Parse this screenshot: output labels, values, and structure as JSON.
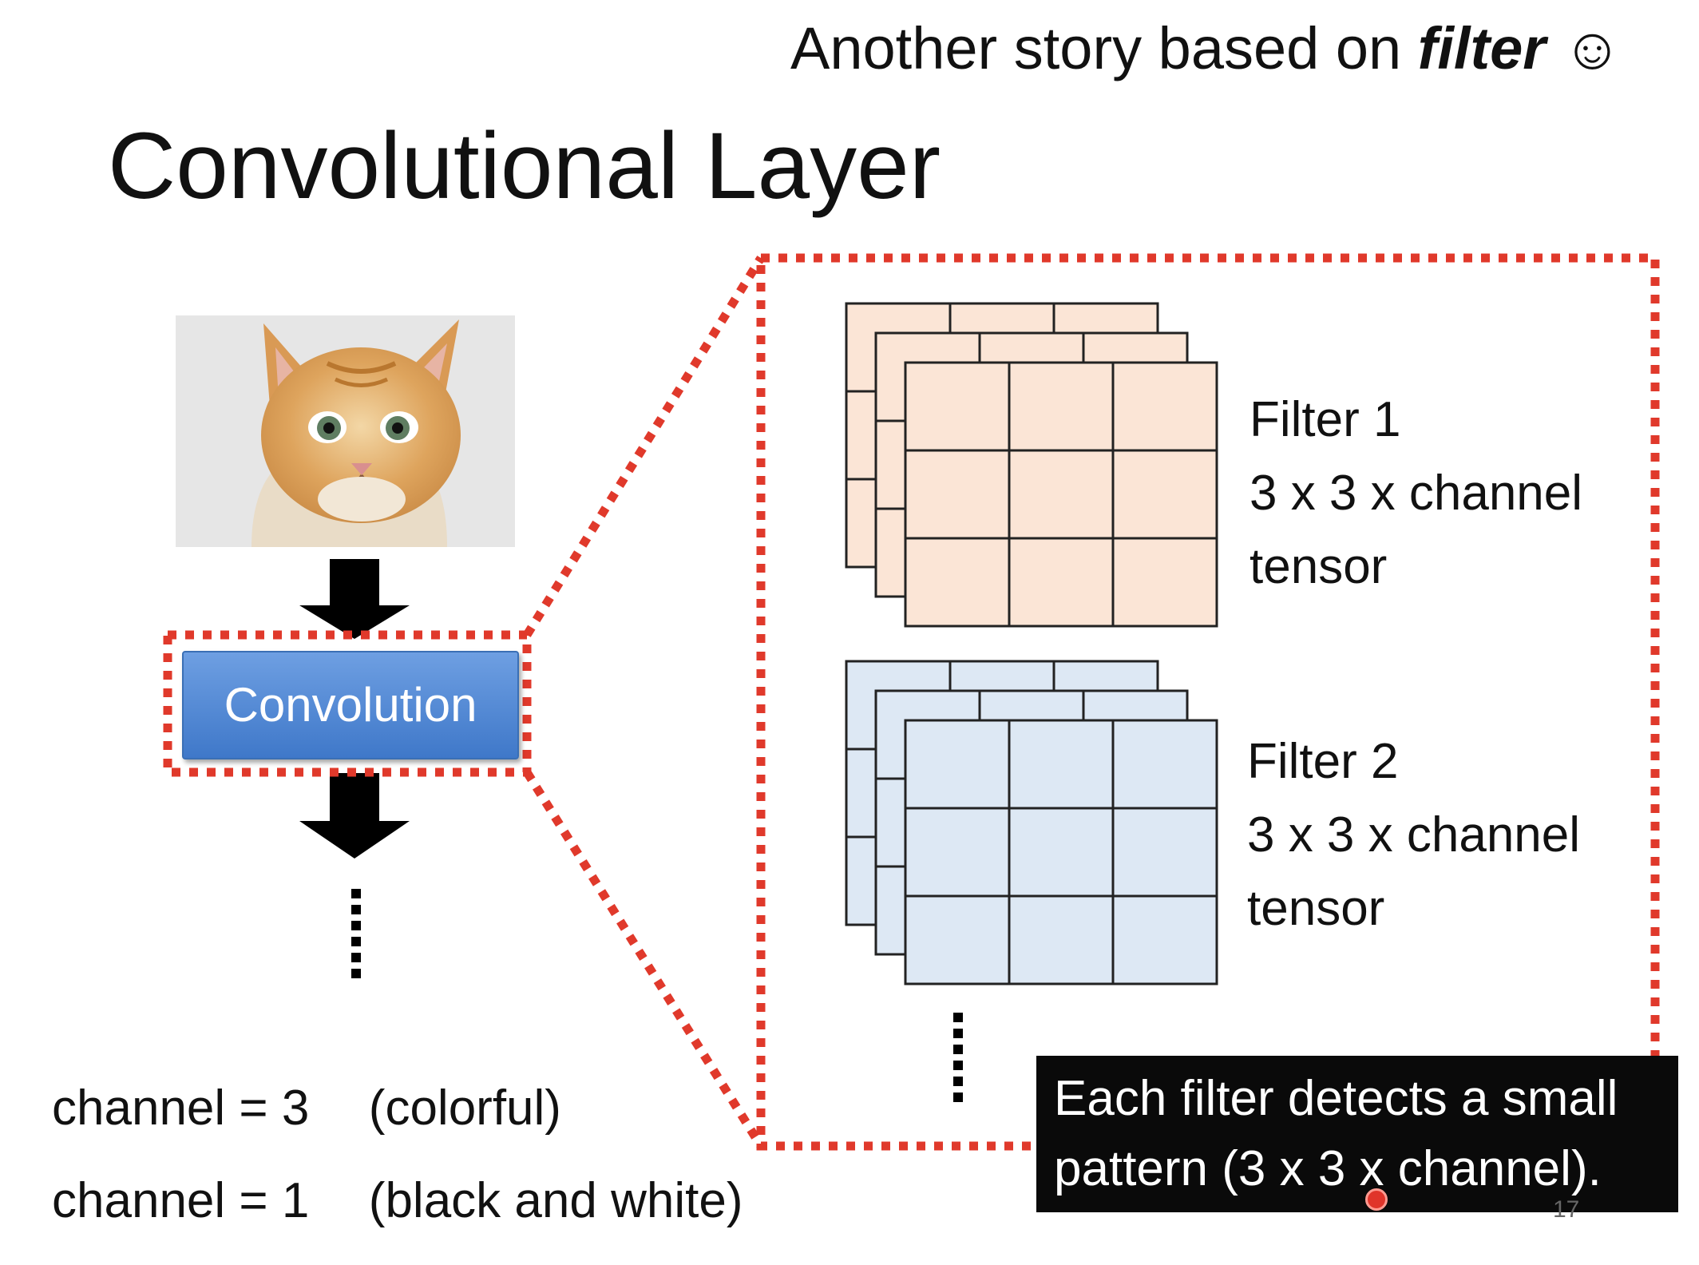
{
  "header": {
    "subtitle_prefix": "Another story based on",
    "subtitle_emphasis": "filter",
    "subtitle_smiley": "☺",
    "title": "Convolutional Layer"
  },
  "pipeline": {
    "input_image": "kitten-photo",
    "convolution_label": "Convolution",
    "dots": "⋮"
  },
  "filters": [
    {
      "name": "Filter 1",
      "shape": "3 x 3 x channel",
      "kind": "tensor",
      "color": "#fbe5d6"
    },
    {
      "name": "Filter 2",
      "shape": "3 x 3 x channel",
      "kind": "tensor",
      "color": "#dde8f4"
    }
  ],
  "channels": [
    {
      "left": "channel = 3",
      "right": "(colorful)"
    },
    {
      "left": "channel = 1",
      "right": "(black and white)"
    }
  ],
  "caption": {
    "line1": "Each filter detects a small",
    "line2": "pattern (3 x 3 x channel)."
  },
  "page_number": "17",
  "colors": {
    "dotted_red": "#e0392b",
    "conv_blue": "#4f86d4"
  }
}
